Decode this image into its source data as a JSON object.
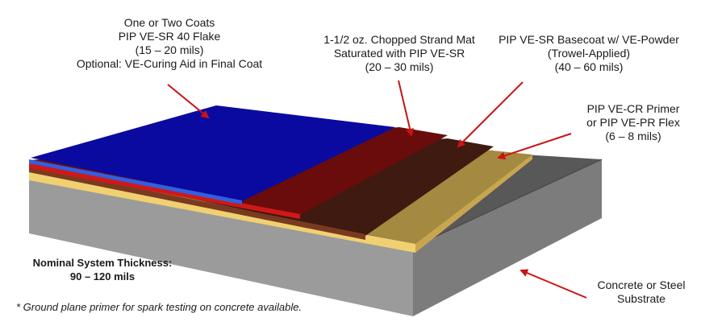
{
  "colors": {
    "topcoat": "#0a0aa0",
    "mat": "#7a0c0c",
    "basecoat": "#4a1a0c",
    "primer": "#b09040",
    "substrate": "#5a5a5a",
    "arrow": "#c81414"
  },
  "labels": {
    "topcoat": [
      "One or Two Coats",
      "PIP VE-SR 40 Flake",
      "(15 – 20 mils)",
      "Optional: VE-Curing Aid in Final Coat"
    ],
    "mat": [
      "1-1/2 oz. Chopped Strand Mat",
      "Saturated with PIP VE-SR",
      "(20 – 30 mils)"
    ],
    "basecoat": [
      "PIP VE-SR Basecoat w/ VE-Powder",
      "(Trowel-Applied)",
      "(40 – 60 mils)"
    ],
    "primer": [
      "PIP VE-CR Primer",
      "or PIP VE-PR Flex",
      "(6 – 8 mils)"
    ],
    "substrate": [
      "Concrete or Steel",
      "Substrate"
    ],
    "thickness": [
      "Nominal System Thickness:",
      "90 – 120 mils"
    ],
    "footnote": "* Ground plane primer for spark testing on concrete available."
  }
}
